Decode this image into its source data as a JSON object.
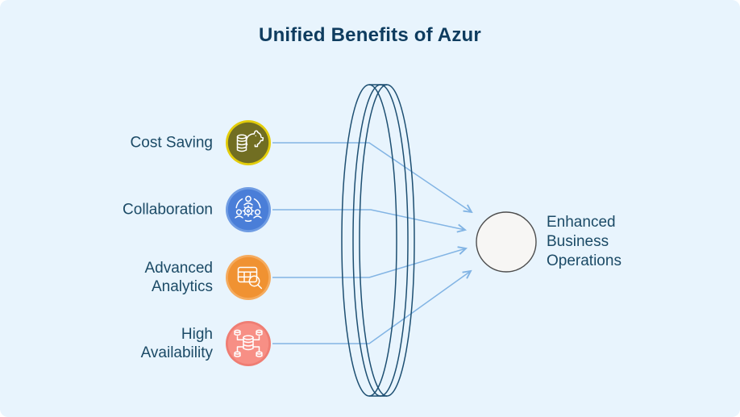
{
  "title": "Unified Benefits of Azur",
  "benefits": [
    {
      "label": "Cost Saving",
      "icon": "piggy-bank-savings-icon",
      "fill": "#716e22",
      "ring": "#e3cd0a"
    },
    {
      "label": "Collaboration",
      "icon": "people-gear-icon",
      "fill": "#4a7ed8",
      "ring": "#6f9ce3"
    },
    {
      "label": "Advanced Analytics",
      "icon": "table-magnifier-icon",
      "fill": "#f09232",
      "ring": "#f5ab5e"
    },
    {
      "label": "High Availability",
      "icon": "database-cluster-icon",
      "fill": "#f78f85",
      "ring": "#ef7d73"
    }
  ],
  "result": {
    "label": "Enhanced Business Operations"
  },
  "colors": {
    "background": "#e8f4fd",
    "title_text": "#0e3c5f",
    "label_text": "#1b4a66",
    "connector": "#82b4e4",
    "lens_stroke": "#1d4f72",
    "result_fill": "#f7f6f4",
    "result_stroke": "#4d4d4d"
  }
}
